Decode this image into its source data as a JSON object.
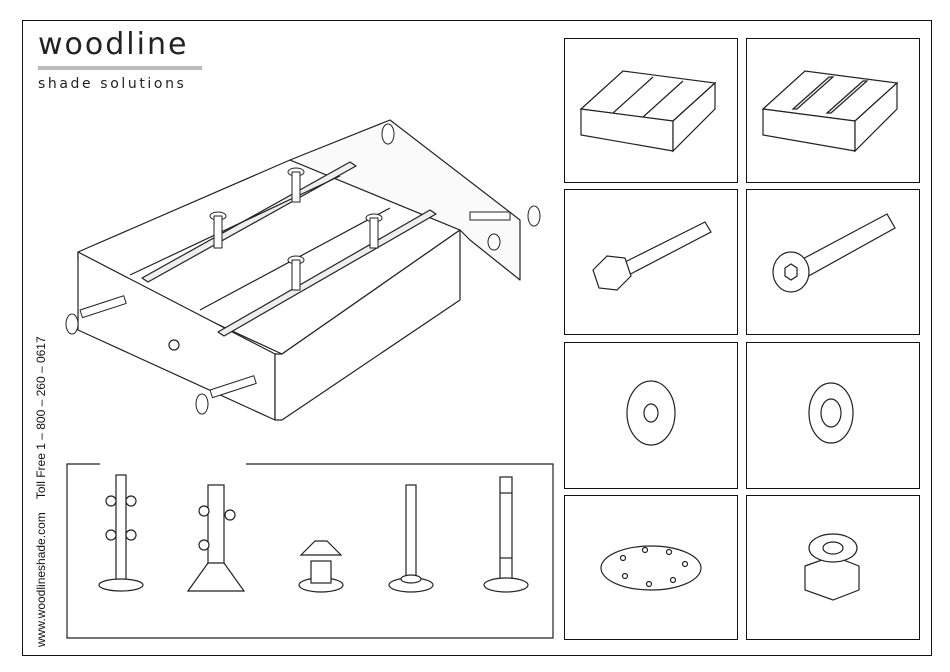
{
  "brand": {
    "name": "woodline",
    "tagline": "shade solutions",
    "rule_color": "#bbbbbb"
  },
  "contact": {
    "website": "www.woodlineshade.com",
    "toll_free": "Toll Free 1 – 800 – 260 – 0617"
  },
  "parts": [
    {
      "icon": "wood-block-icon"
    },
    {
      "icon": "wood-block-slotted-icon"
    },
    {
      "icon": "hex-bolt-icon"
    },
    {
      "icon": "socket-head-bolt-icon"
    },
    {
      "icon": "flat-washer-icon"
    },
    {
      "icon": "lock-washer-icon"
    },
    {
      "icon": "base-plate-icon"
    },
    {
      "icon": "nylon-lock-nut-icon"
    }
  ],
  "bases": [
    {
      "icon": "pole-base-knobs-icon"
    },
    {
      "icon": "pole-base-clamp-icon"
    },
    {
      "icon": "tilt-base-icon"
    },
    {
      "icon": "plain-pole-base-icon"
    },
    {
      "icon": "perforated-pole-base-icon"
    }
  ]
}
